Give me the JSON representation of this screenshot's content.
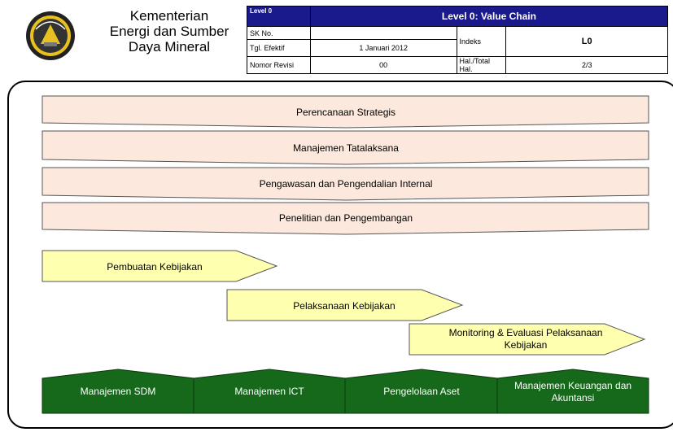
{
  "header": {
    "org_name": [
      "Kementerian",
      "Energi dan Sumber",
      "Daya Mineral"
    ],
    "level_small": "Level 0",
    "level_title": "Level 0: Value Chain",
    "sk_label": "SK No.",
    "sk_value": "",
    "tgl_label": "Tgl. Efektif",
    "tgl_value": "1 Januari 2012",
    "indeks_label": "Indeks",
    "indeks_value": "L0",
    "revisi_label": "Nomor Revisi",
    "revisi_value": "00",
    "hal_label": "Hal./Total Hal.",
    "hal_value": "2/3"
  },
  "diagram": {
    "management_bands": [
      "Perencanaan Strategis",
      "Manajemen Tatalaksana",
      "Pengawasan dan Pengendalian Internal",
      "Penelitian dan Pengembangan"
    ],
    "core_steps": [
      [
        "Pembuatan Kebijakan"
      ],
      [
        "Pelaksanaan Kebijakan"
      ],
      [
        "Monitoring & Evaluasi Pelaksanaan",
        "Kebijakan"
      ]
    ],
    "support_blocks": [
      [
        "Manajemen SDM"
      ],
      [
        "Manajemen ICT"
      ],
      [
        "Pengelolaan Aset"
      ],
      [
        "Manajemen Keuangan dan",
        "Akuntansi"
      ]
    ]
  },
  "colors": {
    "band_fill": "#fce8dc",
    "arrow_fill": "#ffffb0",
    "support_fill": "#16681a",
    "support_text": "#ffffff",
    "header_navy": "#1a1a8c"
  },
  "icons": {
    "logo": "esdm-emblem-icon"
  }
}
